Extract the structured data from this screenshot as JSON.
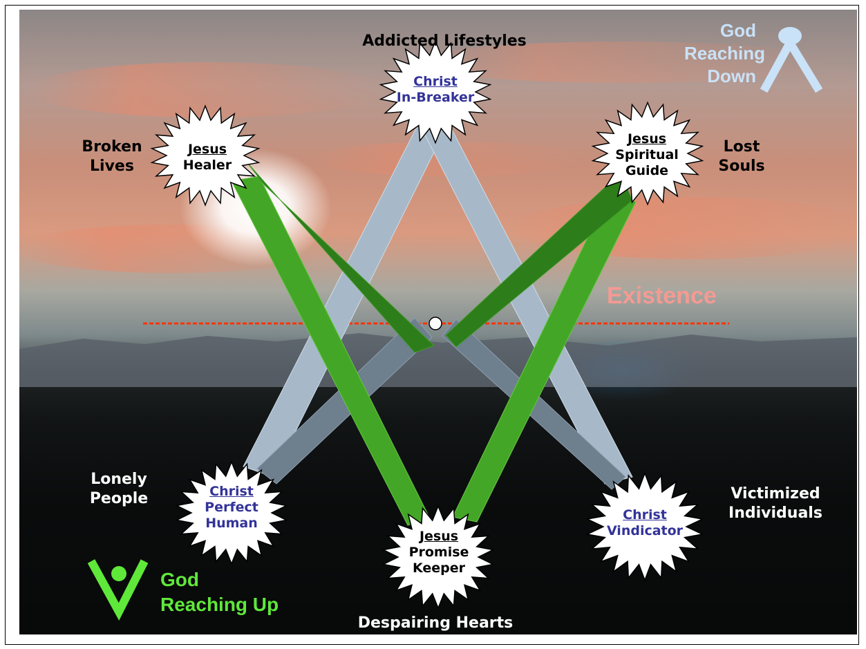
{
  "colors": {
    "reaching_down": "#c9e2f7",
    "reaching_up": "#5fe83a",
    "existence": "#f49a93",
    "existence_line": "#ff3300",
    "christ_text": "#333399",
    "jesus_text": "#000000",
    "green_bar_dark": "#2d7d1a",
    "green_bar_light": "#44a626",
    "blue_bar": "#a7b9c9",
    "gray_bar": "#6e7f8e"
  },
  "bursts": {
    "christ_in_breaker": {
      "title": "Christ",
      "lines": [
        "In-Breaker"
      ],
      "icon": "starburst"
    },
    "jesus_healer": {
      "title": "Jesus",
      "lines": [
        "Healer"
      ],
      "icon": "starburst"
    },
    "jesus_spiritual_guide": {
      "title": "Jesus",
      "lines": [
        "Spiritual",
        "Guide"
      ],
      "icon": "starburst"
    },
    "christ_perfect_human": {
      "title": "Christ",
      "lines": [
        "Perfect",
        "Human"
      ],
      "icon": "starburst"
    },
    "jesus_promise_keeper": {
      "title": "Jesus",
      "lines": [
        "Promise",
        "Keeper"
      ],
      "icon": "starburst"
    },
    "christ_vindicator": {
      "title": "Christ",
      "lines": [
        "Vindicator"
      ],
      "icon": "starburst"
    }
  },
  "groups": {
    "addicted": "Addicted Lifestyles",
    "broken": [
      "Broken",
      "Lives"
    ],
    "lost": [
      "Lost",
      "Souls"
    ],
    "lonely": [
      "Lonely",
      "People"
    ],
    "victimized": [
      "Victimized",
      "Individuals"
    ],
    "despairing": "Despairing Hearts"
  },
  "existence_label": "Existence",
  "legend": {
    "down": {
      "lines": [
        "God",
        "Reaching",
        "Down"
      ],
      "icon": "reaching-down-figure-icon"
    },
    "up": {
      "lines": [
        "God",
        "Reaching Up"
      ],
      "icon": "reaching-up-figure-icon"
    }
  }
}
